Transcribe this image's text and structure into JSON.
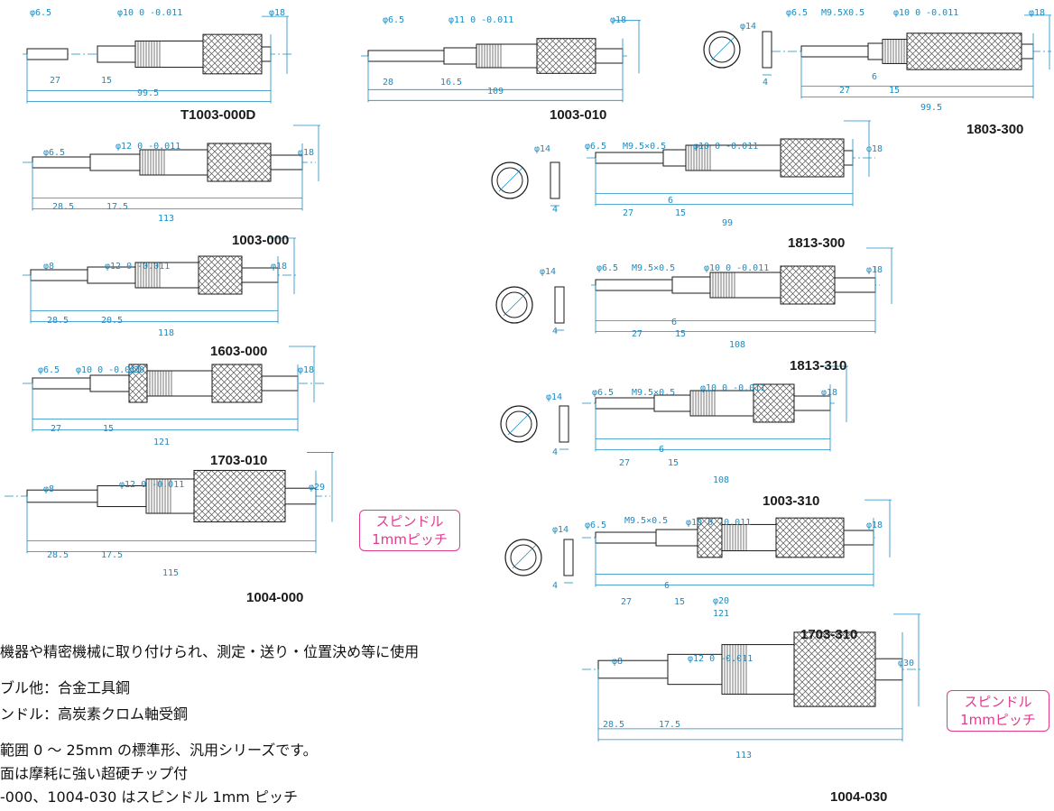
{
  "colors": {
    "dim": "#1a8cc4",
    "ink": "#1a1a1a",
    "accent": "#e2398f"
  },
  "models": [
    {
      "id": "T1003-000D",
      "dims": [
        "φ6.5",
        "φ10 0 -0.011",
        "φ18",
        "27",
        "15",
        "99.5"
      ]
    },
    {
      "id": "1003-010",
      "dims": [
        "φ6.5",
        "φ11 0 -0.011",
        "φ18",
        "28",
        "16.5",
        "109"
      ]
    },
    {
      "id": "1803-300",
      "dims": [
        "φ14",
        "4",
        "φ6.5",
        "M9.5X0.5",
        "φ10 0 -0.011",
        "φ18",
        "6",
        "27",
        "15",
        "99.5"
      ]
    },
    {
      "id": "1003-000",
      "dims": [
        "φ6.5",
        "φ12 0 -0.011",
        "φ18",
        "28.5",
        "17.5",
        "113"
      ]
    },
    {
      "id": "1813-300",
      "dims": [
        "φ14",
        "4",
        "φ6.5",
        "M9.5×0.5",
        "φ10 0 -0.011",
        "φ18",
        "6",
        "27",
        "15",
        "99"
      ]
    },
    {
      "id": "1603-000",
      "dims": [
        "φ8",
        "φ12 0 -0.011",
        "φ18",
        "28.5",
        "20.5",
        "118"
      ]
    },
    {
      "id": "1813-310",
      "dims": [
        "φ14",
        "4",
        "φ6.5",
        "M9.5×0.5",
        "φ10 0 -0.011",
        "φ18",
        "6",
        "27",
        "15",
        "108"
      ]
    },
    {
      "id": "1703-010",
      "dims": [
        "φ6.5",
        "φ10 0 -0.011",
        "φ20",
        "φ18",
        "27",
        "15",
        "121"
      ]
    },
    {
      "id": "1003-310",
      "dims": [
        "φ14",
        "4",
        "φ6.5",
        "M9.5×0.5",
        "φ10 0 -0.011",
        "φ18",
        "6",
        "27",
        "15",
        "108"
      ]
    },
    {
      "id": "1004-000",
      "dims": [
        "φ8",
        "φ12 0 -0.011",
        "φ29",
        "28.5",
        "17.5",
        "115"
      ]
    },
    {
      "id": "1703-310",
      "dims": [
        "φ14",
        "4",
        "φ6.5",
        "M9.5×0.5",
        "φ10 0 -0.011",
        "φ18",
        "6",
        "27",
        "15",
        "φ20",
        "121"
      ]
    },
    {
      "id": "1004-030",
      "dims": [
        "φ8",
        "φ12 0 -0.011",
        "φ30",
        "28.5",
        "17.5",
        "113"
      ]
    }
  ],
  "badge": {
    "line1": "スピンドル",
    "line2": "1mmピッチ"
  },
  "notes": [
    "機器や精密機械に取り付けられ、測定・送り・位置決め等に使用",
    "ブル他：合金工具鋼",
    "ンドル：高炭素クロム軸受鋼",
    "範囲 0 〜 25mm の標準形、汎用シリーズです。",
    "面は摩耗に強い超硬チップ付",
    "-000、1004-030 はスピンドル 1mm ピッチ"
  ]
}
